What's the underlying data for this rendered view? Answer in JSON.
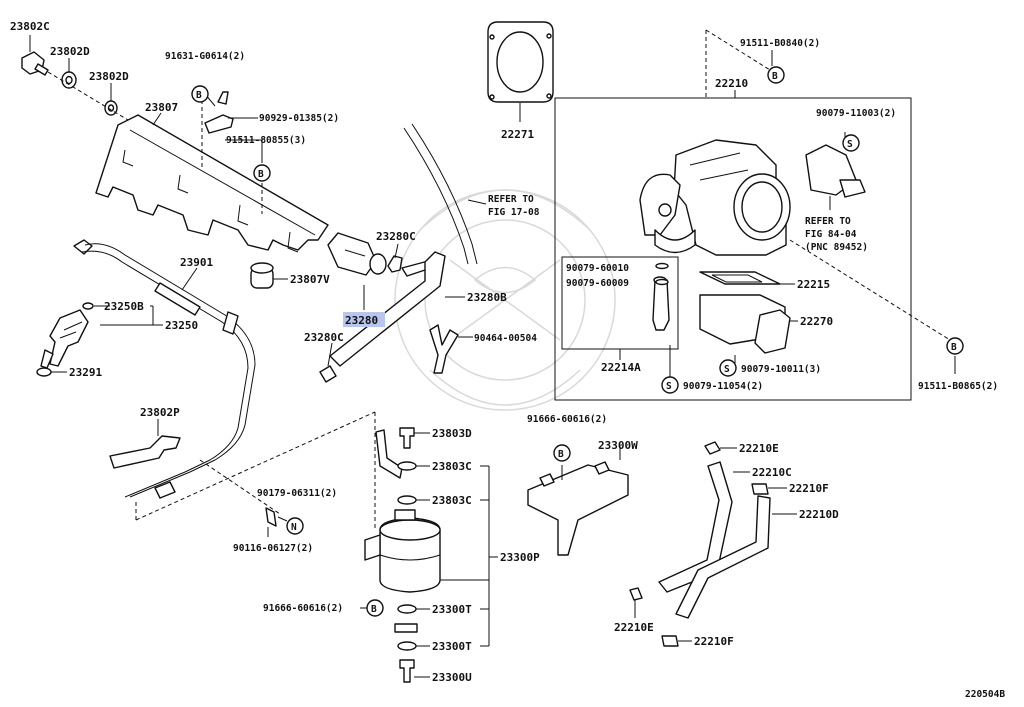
{
  "labels": {
    "l23802c": "23802C",
    "l23802d": "23802D",
    "l23802d2": "23802D",
    "l91631": "91631-G0614(2)",
    "l90929": "90929-01385(2)",
    "l91511_80855": "91511-80855(3)",
    "l23807": "23807",
    "l23807v": "23807V",
    "l23901": "23901",
    "l23250b": "23250B",
    "l23250": "23250",
    "l23291": "23291",
    "l23802p": "23802P",
    "l90179": "90179-06311(2)",
    "l90116": "90116-06127(2)",
    "l22271": "22271",
    "l23280c_top": "23280C",
    "l23280": "23280",
    "l23280c_bot": "23280C",
    "l23280b": "23280B",
    "l90464": "90464-00504",
    "lrefer17_1": "REFER TO",
    "lrefer17_2": "FIG 17-08",
    "l91511_b0840": "91511-B0840(2)",
    "l22210": "22210",
    "l90079_11003": "90079-11003(2)",
    "lrefer84_1": "REFER TO",
    "lrefer84_2": "FIG 84-04",
    "lrefer84_3": "(PNC 89452)",
    "l90079_60010": "90079-60010",
    "l90079_60009": "90079-60009",
    "l22215": "22215",
    "l22270": "22270",
    "l22214a": "22214A",
    "l90079_10011": "90079-10011(3)",
    "l90079_11054": "90079-11054(2)",
    "l91511_b0865": "91511-B0865(2)",
    "l23803d": "23803D",
    "l23803c_1": "23803C",
    "l23803c_2": "23803C",
    "l23300p": "23300P",
    "l91666_a": "91666-60616(2)",
    "l23300w": "23300W",
    "l91666_b": "91666-60616(2)",
    "l23300t_1": "23300T",
    "l23300t_2": "23300T",
    "l23300u": "23300U",
    "l22210e_1": "22210E",
    "l22210c": "22210C",
    "l22210f_1": "22210F",
    "l22210d": "22210D",
    "l22210e_2": "22210E",
    "l22210f_2": "22210F",
    "l_code": "220504B"
  },
  "markers": {
    "b": "B",
    "s": "S",
    "n": "N"
  },
  "highlight_color": "#b8c6ef"
}
